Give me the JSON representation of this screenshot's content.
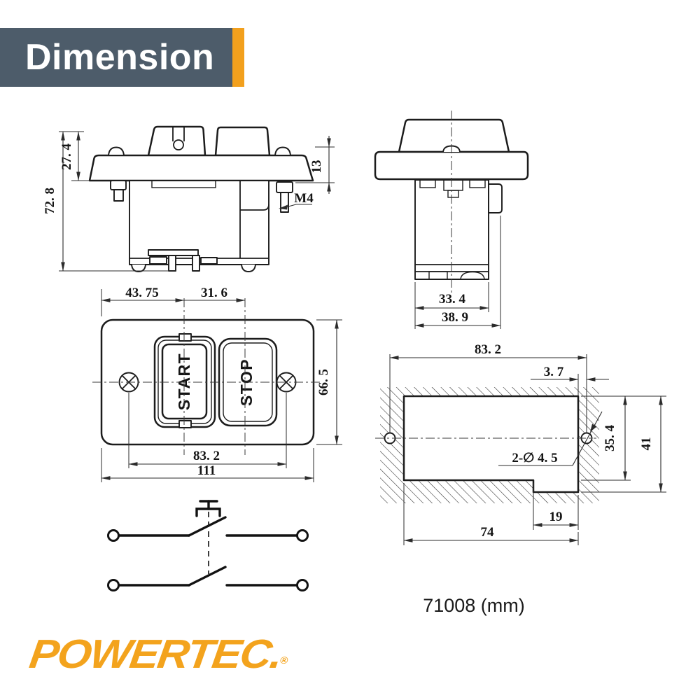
{
  "header": {
    "title": "Dimension"
  },
  "footer": {
    "model_label": "71008 (mm)"
  },
  "brand": {
    "name": "POWERTEC.",
    "registered": "®"
  },
  "colors": {
    "banner": "#4d5c6a",
    "accent": "#f2a01d",
    "ink": "#1c1c1c",
    "logo_orange": "#f3a31d"
  },
  "front_view": {
    "start_label": "START",
    "stop_label": "STOP"
  },
  "dims": {
    "side_total_height": "72. 8",
    "side_upper_height": "27. 4",
    "side_right_height": "13",
    "side_thread": "M4",
    "end_inner_width": "33. 4",
    "end_outer_width": "38. 9",
    "front_left_to_start": "43. 75",
    "front_start_to_stop": "31. 6",
    "front_plate_height": "66. 5",
    "front_hole_spacing": "83. 2",
    "front_plate_width": "111",
    "cut_hole_spacing": "83. 2",
    "cut_edge_to_hole": "3. 7",
    "cut_main_height": "35. 4",
    "cut_total_height": "41",
    "cut_notch_width": "19",
    "cut_width": "74",
    "cut_holes_note": "2-∅ 4. 5"
  }
}
